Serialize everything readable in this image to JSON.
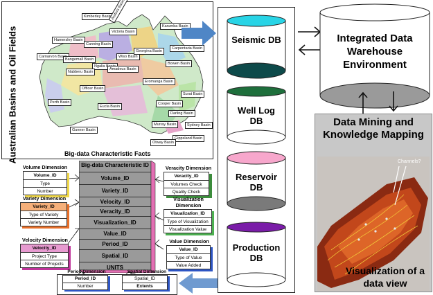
{
  "map_panel": {
    "title": "Australian Basins and Oil Fields",
    "caption": "Big-data Characteristic Facts",
    "basins": [
      "Kimberley Basin",
      "Victoria Basin",
      "Arafura Basin",
      "Karumba Basin",
      "Amadeus Basin",
      "Carpentaria Basin",
      "Hamersley Basin",
      "Canning Basin",
      "Wiso Basin",
      "Georgina Basin",
      "Bowen Basin",
      "Carnarvon Basin",
      "Bangemall Basin",
      "Ngalia Basin",
      "Eromanga Basin",
      "Nabberu Basin",
      "Officer Basin",
      "Surat Basin",
      "Perth Basin",
      "Eucla Basin",
      "Cooper Basin",
      "Darling Basin",
      "Sydney Basin",
      "Gunner Basin",
      "Murray Basin",
      "Gippsland Basin",
      "Otway Basin"
    ]
  },
  "fact_table": {
    "header": "Big-data Characteristic ID",
    "rows": [
      "Volume_ID",
      "Variety_ID",
      "Velocity_ID",
      "Veracity_ID",
      "Visualization_ID",
      "Value_ID",
      "Period_ID",
      "Spatial_ID",
      "UNITS"
    ]
  },
  "dimensions": {
    "volume": {
      "title": "Volume Dimension",
      "fields": [
        "Volume_ID",
        "Type",
        "Number"
      ],
      "color": "#f0d84a"
    },
    "variety": {
      "title": "Variety Dimension",
      "fields": [
        "Variety_ID",
        "Type of Variety",
        "Variety Number"
      ],
      "color": "#e8702a"
    },
    "velocity": {
      "title": "Velocity Dimension",
      "fields": [
        "Velocity_ID",
        "Project Type",
        "Number of Projects"
      ],
      "color": "#c0339a"
    },
    "veracity": {
      "title": "Veracity Dimension",
      "fields": [
        "Veracity_ID",
        "Volumes Check",
        "Quality Check"
      ],
      "color": "#3c8c3c"
    },
    "visualization": {
      "title": "Visualization Dimension",
      "fields": [
        "Visualization_ID",
        "Type of Visualization",
        "Visualization Value"
      ],
      "color": "#4caf50"
    },
    "value": {
      "title": "Value Dimension",
      "fields": [
        "Value_ID",
        "Type of Value",
        "Value Added"
      ],
      "color": "#2d55c4"
    },
    "period": {
      "title": "Period Dimension",
      "fields": [
        "Period_ID",
        "Number"
      ],
      "color": "#2d55c4"
    },
    "spatial": {
      "title": "Spatial Dimension",
      "fields": [
        "Spatial_ID",
        "Extents"
      ],
      "color": "#2d55c4"
    }
  },
  "databases": {
    "seismic": {
      "label": "Seismic DB",
      "top": "#28d4e6",
      "bottom": "#0d4a4a"
    },
    "welllog": {
      "label": "Well Log DB",
      "top": "#1e6f3c",
      "bottom": "#ffffff"
    },
    "reservoir": {
      "label": "Reservoir DB",
      "top": "#f7a7cc",
      "bottom": "#7a7a7a"
    },
    "production": {
      "label": "Production DB",
      "top": "#7a1ca8",
      "bottom": "#ffffff"
    }
  },
  "warehouse": {
    "label": "Integrated Data Warehouse Environment"
  },
  "mining": {
    "title": "Data Mining and Knowledge Mapping",
    "image_note": "Channels?",
    "caption": "Visualization of a data view"
  }
}
